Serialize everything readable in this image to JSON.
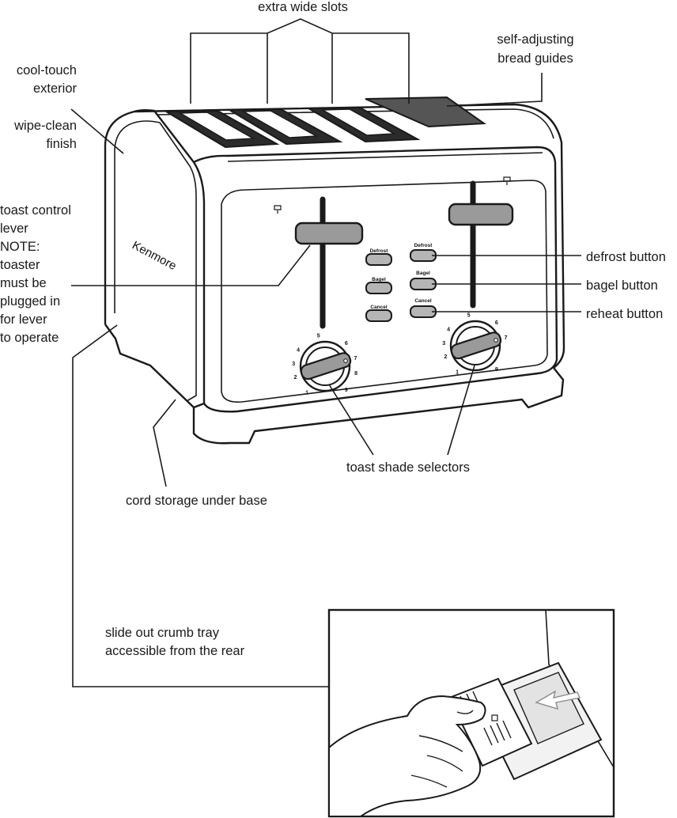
{
  "labels": {
    "slots": "extra wide slots",
    "guides_1": "self-adjusting",
    "guides_2": "bread guides",
    "exterior_1": "cool-touch",
    "exterior_2": "exterior",
    "finish_1": "wipe-clean",
    "finish_2": "finish",
    "lever": [
      "toast control",
      "lever",
      "NOTE:",
      "toaster",
      "must be",
      "plugged in",
      "for lever",
      "to operate"
    ],
    "defrost": "defrost button",
    "bagel": "bagel button",
    "reheat": "reheat button",
    "shade": "toast shade selectors",
    "cord": "cord storage under base",
    "crumb_1": "slide out crumb tray",
    "crumb_2": "accessible from the rear"
  },
  "toaster": {
    "brand": "Kenmore",
    "button_labels": [
      "Defrost",
      "Bagel",
      "Cancel"
    ],
    "dial_numbers": [
      "1",
      "2",
      "3",
      "4",
      "5",
      "6",
      "7",
      "8",
      "9"
    ]
  },
  "colors": {
    "line": "#1a1a1a",
    "lever_fill": "#9a9a9a",
    "button_fill": "#b5b5b5",
    "slot_dark": "#2b2b2b"
  }
}
